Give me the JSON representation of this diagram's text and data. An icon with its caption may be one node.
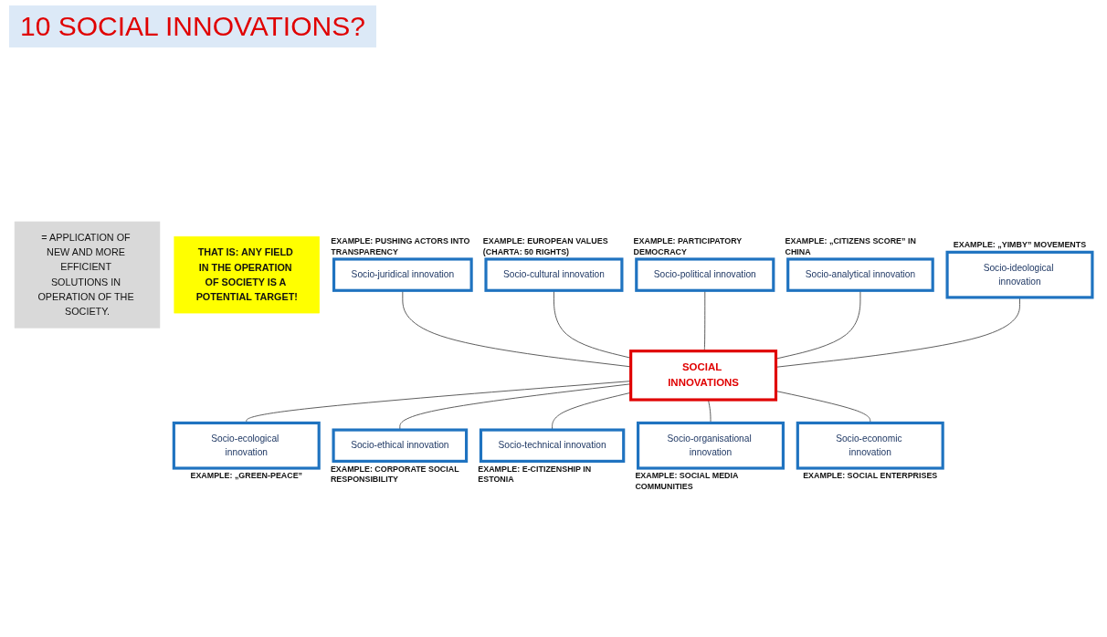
{
  "diagram": {
    "title": "10 SOCIAL INNOVATIONS?",
    "nodes": [
      {
        "text": [
          "= APPLICATION OF NEW AND MORE EFFICIENT SOLUTIONS IN OPERATION OF THE SOCIETY."
        ]
      },
      {
        "text": [
          "THAT IS: ANY FIELD IN THE OPERATION OF SOCIETY IS A POTENTIAL TARGET!"
        ]
      },
      {
        "text": [
          "Socio-juridical innovation"
        ],
        "beside": [
          "EXAMPLE: PUSHING ACTORS INTO TRANSPARENCY"
        ]
      },
      {
        "text": [
          "Socio-cultural innovation"
        ],
        "beside": [
          "EXAMPLE: EUROPEAN VALUES (CHARTA: 50 RIGHTS)"
        ]
      },
      {
        "text": [
          "Socio-political innovation"
        ],
        "beside": [
          "EXAMPLE: PARTICIPATORY DEMOCRACY"
        ]
      },
      {
        "text": [
          "Socio-analytical innovation"
        ],
        "beside": [
          "EXAMPLE: „CITIZENS SCORE” IN CHINA"
        ]
      },
      {
        "text": [
          "SOCIAL INNOVATIONS"
        ]
      },
      {
        "text": [
          "Socio-ideological innovation"
        ],
        "beside": [
          "EXAMPLE: „YIMBY” MOVEMENTS"
        ]
      },
      {
        "text": [
          "Socio-ecological innovation"
        ],
        "beside": [
          "EXAMPLE: „GREEN-PEACE”"
        ]
      },
      {
        "text": [
          "Socio-ethical innovation"
        ],
        "beside": [
          "EXAMPLE: CORPORATE SOCIAL RESPONSIBILITY"
        ]
      },
      {
        "text": [
          "Socio-technical innovation"
        ],
        "beside": [
          "EXAMPLE: E-CITIZENSHIP IN ESTONIA"
        ]
      },
      {
        "text": [
          "Socio-organisational innovation"
        ],
        "beside": [
          "EXAMPLE: SOCIAL MEDIA COMMUNITIES"
        ]
      },
      {
        "text": [
          "Socio-economic innovation"
        ],
        "beside": [
          "EXAMPLE: SOCIAL ENTERPRISES"
        ]
      }
    ],
    "edges": [
      {
        "from": 2,
        "to": 6,
        "arrow": "none"
      },
      {
        "from": 3,
        "to": 6,
        "arrow": "none"
      },
      {
        "from": 4,
        "to": 6,
        "arrow": "none"
      },
      {
        "from": 5,
        "to": 6,
        "arrow": "none"
      },
      {
        "from": 7,
        "to": 6,
        "arrow": "none"
      },
      {
        "from": 6,
        "to": 8,
        "arrow": "none"
      },
      {
        "from": 6,
        "to": 9,
        "arrow": "none"
      },
      {
        "from": 6,
        "to": 10,
        "arrow": "none"
      },
      {
        "from": 6,
        "to": 11,
        "arrow": "none"
      },
      {
        "from": 6,
        "to": 12,
        "arrow": "none"
      }
    ]
  }
}
